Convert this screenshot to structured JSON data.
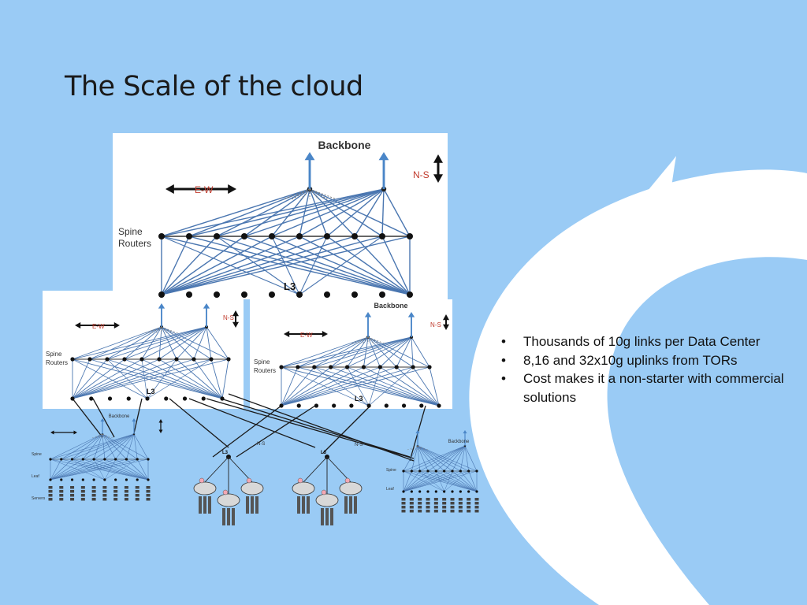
{
  "slide": {
    "title": "The Scale of the cloud",
    "bullets": [
      "Thousands of 10g links per Data Center",
      "8,16 and 32x10g uplinks from TORs",
      "Cost makes it a non-starter with commercial solutions"
    ]
  },
  "diagram": {
    "labels": {
      "backbone": "Backbone",
      "east_west": "E-W",
      "north_south": "N-S",
      "spine": "Spine",
      "routers": "Routers",
      "layer3": "L3",
      "leaf": "Leaf",
      "servers": "Servers"
    }
  },
  "colors": {
    "background": "#9acbf5",
    "swoosh": "#ffffff",
    "link": "#4a76b0",
    "arrow_blue": "#4a86c8",
    "ew_red": "#c0392b"
  }
}
